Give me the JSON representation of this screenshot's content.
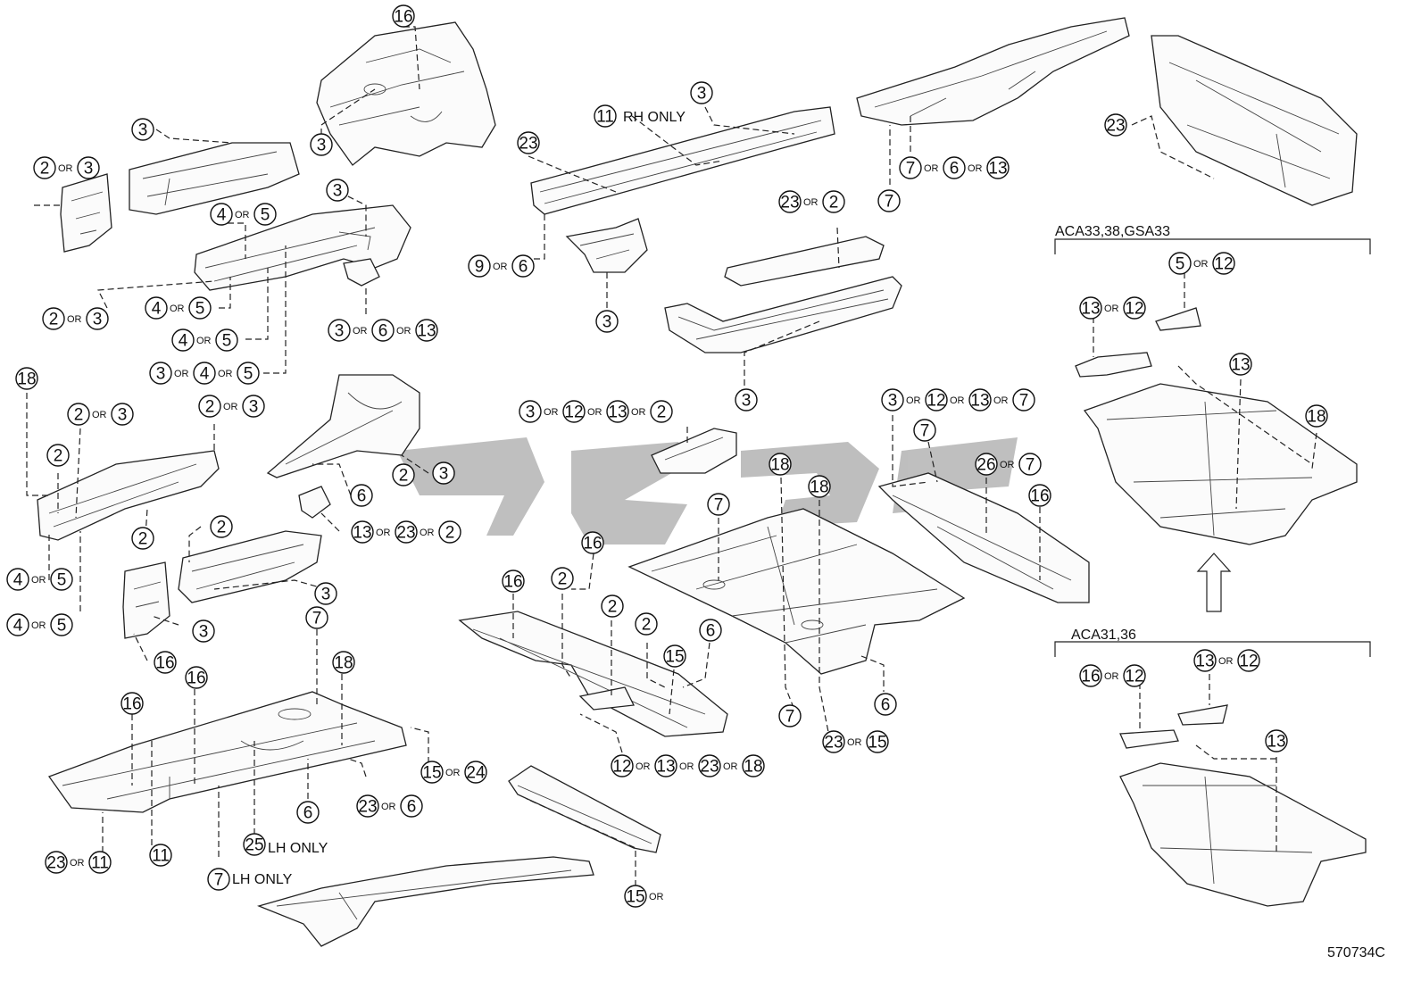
{
  "drawing_id": "570734C",
  "variant_labels": {
    "upper": "ACA33,38,GSA33",
    "lower": "ACA31,36"
  },
  "qualifiers": {
    "rh_only": "RH ONLY",
    "lh_only": "LH ONLY"
  },
  "or_word": "OR",
  "callouts": [
    "16",
    "3",
    "3",
    "2",
    "3",
    "3",
    "4",
    "5",
    "2",
    "3",
    "4",
    "5",
    "4",
    "5",
    "3",
    "4",
    "5",
    "3",
    "6",
    "13",
    "23",
    "3",
    "11",
    "3",
    "9",
    "6",
    "23",
    "2",
    "3",
    "7",
    "7",
    "6",
    "13",
    "23",
    "5",
    "12",
    "13",
    "12",
    "13",
    "18",
    "16",
    "12",
    "13",
    "12",
    "13",
    "18",
    "2",
    "2",
    "3",
    "2",
    "3",
    "2",
    "4",
    "5",
    "4",
    "5",
    "2",
    "3",
    "3",
    "16",
    "2",
    "3",
    "6",
    "13",
    "23",
    "2",
    "3",
    "12",
    "13",
    "2",
    "3",
    "12",
    "13",
    "7",
    "7",
    "26",
    "7",
    "16",
    "18",
    "18",
    "7",
    "7",
    "6",
    "23",
    "15",
    "16",
    "2",
    "16",
    "2",
    "2",
    "15",
    "6",
    "12",
    "13",
    "23",
    "18",
    "16",
    "16",
    "18",
    "7",
    "15",
    "24",
    "6",
    "23",
    "6",
    "23",
    "11",
    "11",
    "25",
    "7",
    "15"
  ]
}
